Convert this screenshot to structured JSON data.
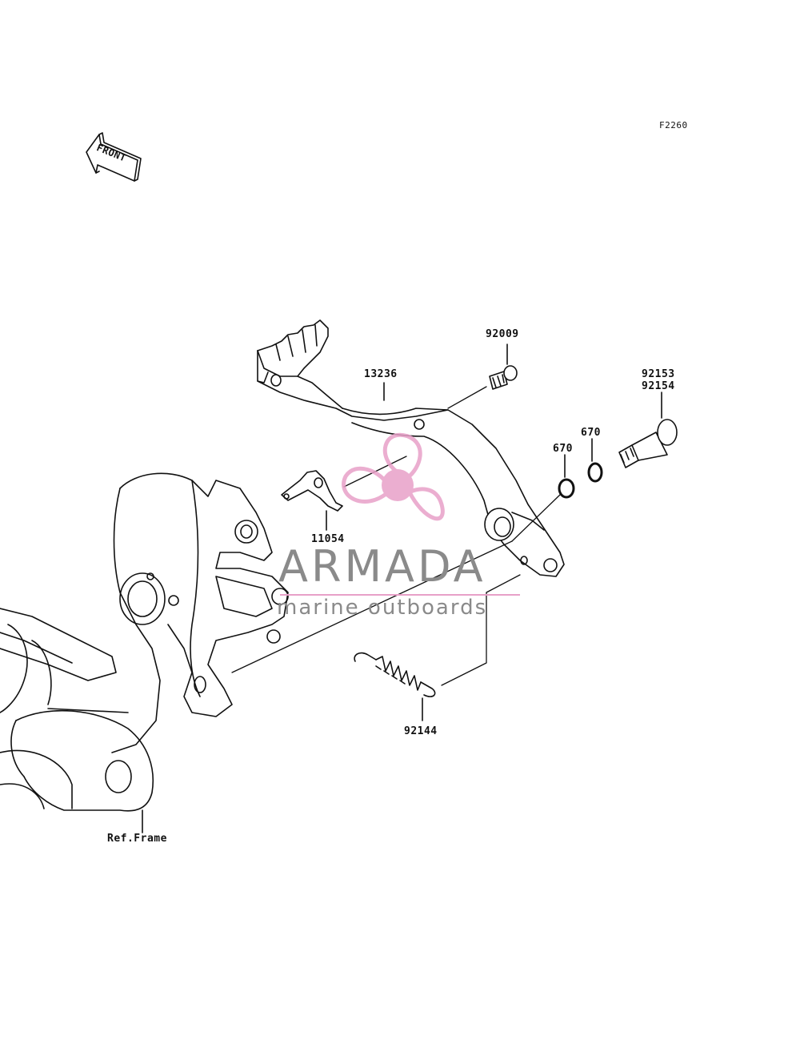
{
  "diagram": {
    "figure_code": "F2260",
    "front_label": "FRONT",
    "parts": {
      "p92009": "92009",
      "p13236": "13236",
      "p92153": "92153",
      "p92154": "92154",
      "p670a": "670",
      "p670b": "670",
      "p11054": "11054",
      "p92144": "92144",
      "ref_frame": "Ref.Frame"
    }
  },
  "watermark": {
    "brand": "ARMADA",
    "tagline": "marine outboards",
    "logo_icon": "propeller-icon",
    "color": "#e8a0c8"
  }
}
